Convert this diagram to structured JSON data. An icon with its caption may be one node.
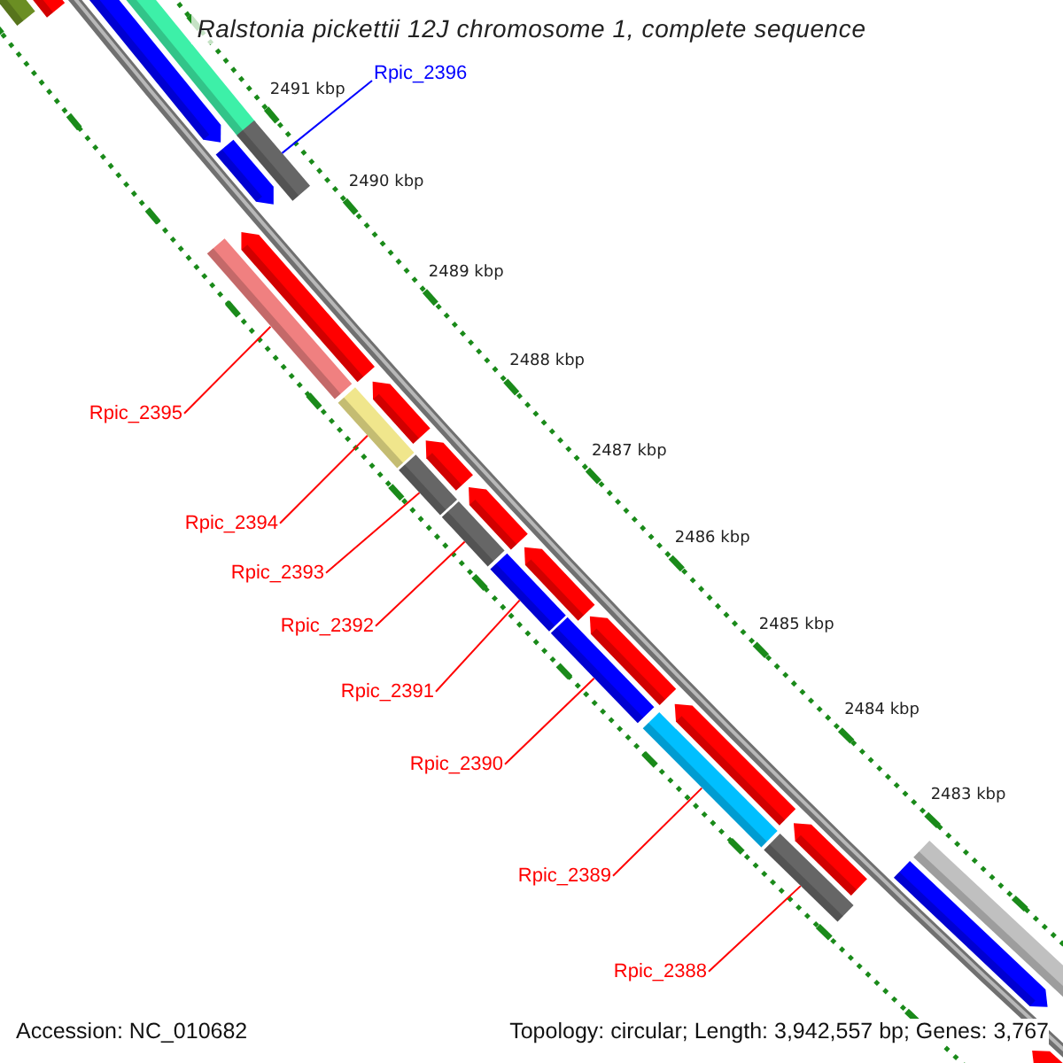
{
  "diagram": {
    "title": "Ralstonia pickettii 12J chromosome 1, complete sequence",
    "nodes": [
      {
        "text": [
          "Rpic_2396"
        ]
      },
      {
        "text": [
          "Rpic_2395"
        ]
      },
      {
        "text": [
          "Rpic_2394"
        ]
      },
      {
        "text": [
          "Rpic_2393"
        ]
      },
      {
        "text": [
          "Rpic_2392"
        ]
      },
      {
        "text": [
          "Rpic_2391"
        ]
      },
      {
        "text": [
          "Rpic_2390"
        ]
      },
      {
        "text": [
          "Rpic_2389"
        ]
      },
      {
        "text": [
          "Rpic_2388"
        ]
      },
      {
        "text": [],
        "shape": "bar"
      },
      {
        "text": [],
        "shape": "bar"
      },
      {
        "text": [],
        "shape": "bar"
      },
      {
        "text": [],
        "shape": "bar"
      },
      {
        "text": [],
        "shape": "bar"
      },
      {
        "text": [],
        "shape": "bar"
      },
      {
        "text": [],
        "shape": "bar"
      },
      {
        "text": [],
        "shape": "bar"
      },
      {
        "text": [],
        "shape": "bar"
      }
    ],
    "edges": [
      {
        "from": 0,
        "to": 9,
        "arrow": "none",
        "color": "#0000ff"
      },
      {
        "from": 1,
        "to": 10,
        "arrow": "none"
      },
      {
        "from": 2,
        "to": 11,
        "arrow": "none"
      },
      {
        "from": 3,
        "to": 12,
        "arrow": "none"
      },
      {
        "from": 4,
        "to": 13,
        "arrow": "none"
      },
      {
        "from": 5,
        "to": 14,
        "arrow": "none"
      },
      {
        "from": 6,
        "to": 15,
        "arrow": "none"
      },
      {
        "from": 7,
        "to": 16,
        "arrow": "none"
      },
      {
        "from": 8,
        "to": 17,
        "arrow": "none"
      }
    ],
    "labels": [
      "2491 kbp",
      "2490 kbp",
      "2489 kbp",
      "2488 kbp",
      "2487 kbp",
      "2486 kbp",
      "2485 kbp",
      "2484 kbp",
      "2483 kbp",
      "Accession: NC_010682",
      "Topology: circular; Length: 3,942,557 bp; Genes: 3,767"
    ]
  }
}
